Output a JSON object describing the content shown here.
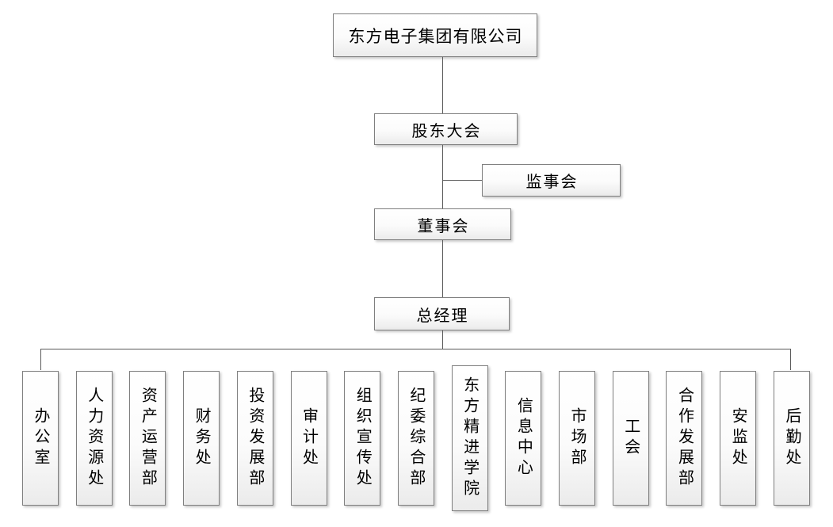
{
  "org_chart": {
    "company": "东方电子集团有限公司",
    "shareholders_meeting": "股东大会",
    "supervisory_board": "监事会",
    "board_of_directors": "董事会",
    "general_manager": "总经理",
    "departments": [
      {
        "label": "办公室"
      },
      {
        "label": "人力资源处"
      },
      {
        "label": "资产运营部"
      },
      {
        "label": "财务处"
      },
      {
        "label": "投资发展部"
      },
      {
        "label": "审计处"
      },
      {
        "label": "组织宣传处"
      },
      {
        "label": "纪委综合部"
      },
      {
        "label": "东方精进学院"
      },
      {
        "label": "信息中心"
      },
      {
        "label": "市场部"
      },
      {
        "label": "工会"
      },
      {
        "label": "合作发展部"
      },
      {
        "label": "安监处"
      },
      {
        "label": "后勤处"
      }
    ],
    "colors": {
      "connector_line": "#595959",
      "box_border": "#7f7f7f",
      "box_fill_top": "#ffffff",
      "box_fill_bottom": "#ebebeb",
      "text": "#000000"
    }
  }
}
